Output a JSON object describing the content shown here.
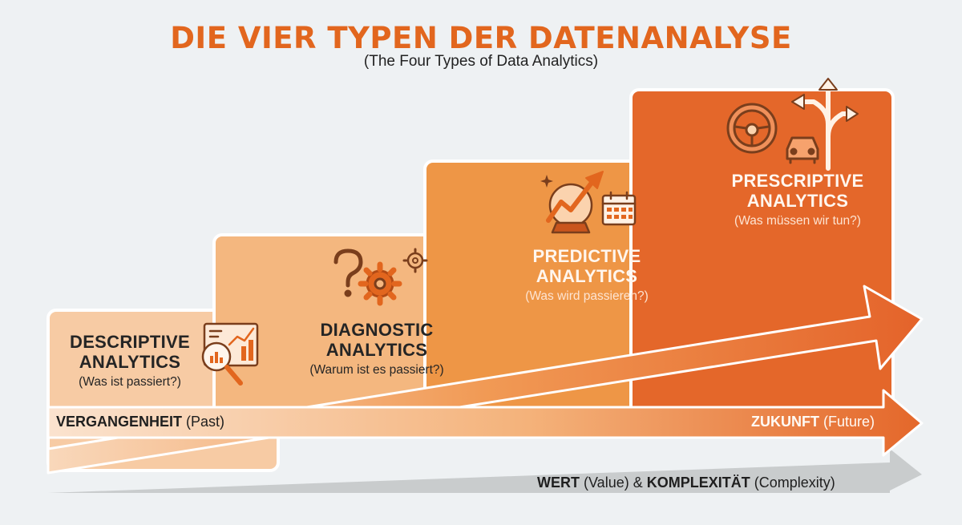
{
  "title": "DIE VIER TYPEN DER DATENANALYSE",
  "subtitle": "(The Four Types of Data Analytics)",
  "colors": {
    "accent": "#e2661e",
    "step1": "#f7cba4",
    "step2": "#f4b77f",
    "step3": "#ee9646",
    "step4": "#e4672a",
    "complexity_arrow": "#c9cccd"
  },
  "steps": [
    {
      "title_line1": "DESCRIPTIVE",
      "title_line2": "ANALYTICS",
      "question": "(Was ist passiert?)",
      "icon": "magnifier-chart-icon"
    },
    {
      "title_line1": "DIAGNOSTIC",
      "title_line2": "ANALYTICS",
      "question": "(Warum ist es passiert?)",
      "icon": "question-gears-icon"
    },
    {
      "title_line1": "PREDICTIVE",
      "title_line2": "ANALYTICS",
      "question": "(Was wird passieren?)",
      "icon": "crystal-ball-calendar-icon"
    },
    {
      "title_line1": "PRESCRIPTIVE",
      "title_line2": "ANALYTICS",
      "question": "(Was müssen wir tun?)",
      "icon": "steering-car-directions-icon"
    }
  ],
  "time_axis": {
    "past_bold": "VERGANGENHEIT",
    "past_rest": "(Past)",
    "future_bold": "ZUKUNFT",
    "future_rest": "(Future)"
  },
  "value_axis": {
    "part1_bold": "WERT",
    "part1_rest": "(Value)",
    "connector": "&",
    "part2_bold": "KOMPLEXITÄT",
    "part2_rest": "(Complexity)"
  }
}
